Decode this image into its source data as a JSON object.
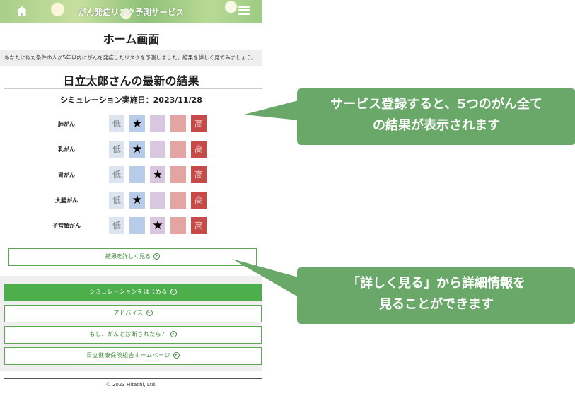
{
  "header": {
    "title": "がん発症リスク予測サービス",
    "home_icon": "home-icon",
    "menu_icon": "menu-icon"
  },
  "page": {
    "title": "ホーム画面"
  },
  "notice": "あなたに似た条件の人が5年以内にがんを発症したリスクを予測しました。結果を詳しく見てみましょう。",
  "result": {
    "title": "日立太郎さんの最新の結果",
    "date": "シミュレーション実施日：2023/11/28",
    "low_label": "低",
    "high_label": "高",
    "marker": "★",
    "rows": [
      {
        "label": "肺がん",
        "level": 2
      },
      {
        "label": "乳がん",
        "level": 2
      },
      {
        "label": "胃がん",
        "level": 3
      },
      {
        "label": "大腸がん",
        "level": 2
      },
      {
        "label": "子宮頚がん",
        "level": 3
      }
    ]
  },
  "buttons": {
    "detail": "結果を詳しく見る",
    "start_simulation": "シミュレーションをはじめる",
    "advice": "アドバイス",
    "if_diagnosed": "もし、がんと診断されたら？",
    "homepage": "日立健康保険組合ホームページ"
  },
  "footer": "© 2023 Hitachi, Ltd.",
  "callouts": {
    "top": [
      "サービス登録すると、5つのがん全て",
      "の結果が表示されます"
    ],
    "bottom": [
      "「詳しく見る」から詳細情報を",
      "見ることができます"
    ]
  },
  "colors": {
    "accent": "#4caf4c",
    "callout": "#6aa86a",
    "low": "#dce4ef",
    "high": "#c64a47"
  }
}
